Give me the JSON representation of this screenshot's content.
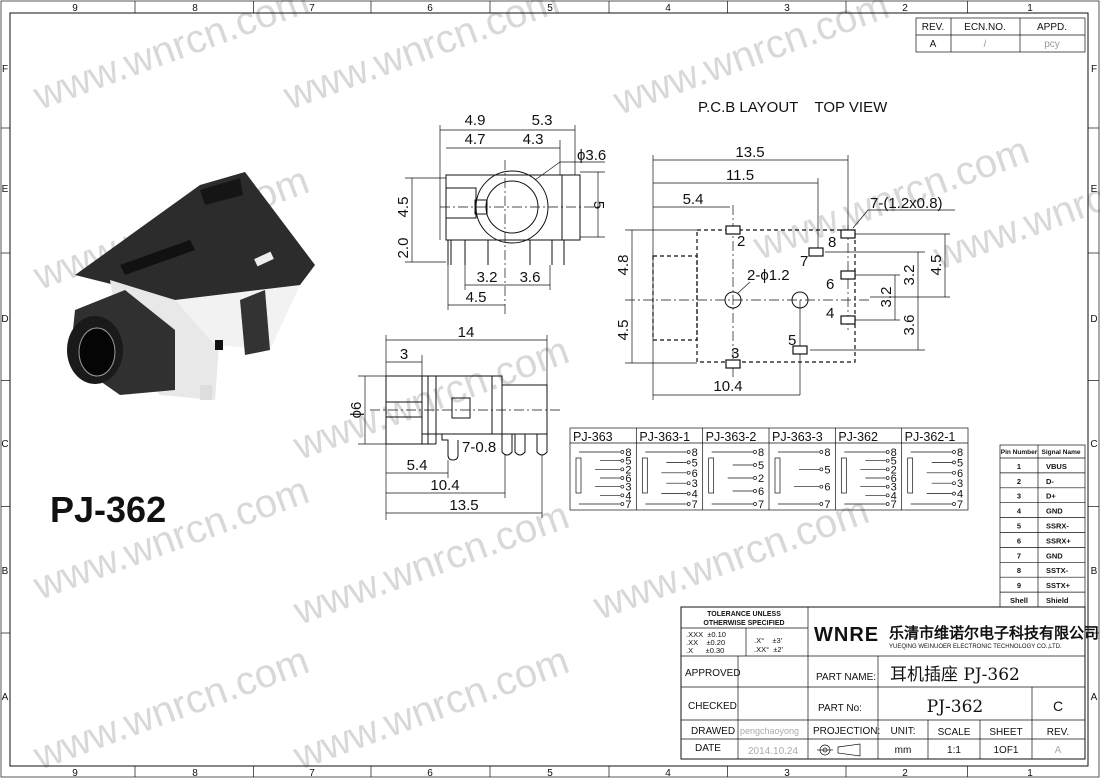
{
  "frame": {
    "columns": [
      "9",
      "8",
      "7",
      "6",
      "5",
      "4",
      "3",
      "2",
      "1"
    ],
    "rows": [
      "F",
      "E",
      "D",
      "C",
      "B",
      "A"
    ]
  },
  "watermark": "www.wnrcn.com",
  "part_label": "PJ-362",
  "revision_block": {
    "headers": [
      "REV.",
      "ECN.NO.",
      "APPD."
    ],
    "row": [
      "A",
      "/",
      "pcy"
    ]
  },
  "front_view": {
    "dims": [
      "4.9",
      "5.3",
      "4.7",
      "4.3",
      "ϕ3.6",
      "4.5",
      "2.0",
      "5",
      "3.2",
      "3.6",
      "4.5"
    ]
  },
  "pcb_layout": {
    "title": "P.C.B LAYOUT    TOP VIEW",
    "dims": [
      "13.5",
      "11.5",
      "5.4",
      "7-(1.2x0.8)",
      "2-ϕ1.2",
      "4.8",
      "4.5",
      "4.5",
      "3.2",
      "3.2",
      "3.6",
      "10.4"
    ],
    "pads": [
      "2",
      "8",
      "7",
      "6",
      "4",
      "5",
      "3"
    ]
  },
  "side_view": {
    "dims": [
      "14",
      "3",
      "ϕ6",
      "7-0.8",
      "5.4",
      "10.4",
      "13.5"
    ]
  },
  "schematics": [
    {
      "name": "PJ-363",
      "pins": [
        "8",
        "5",
        "2",
        "6",
        "3",
        "4",
        "7"
      ]
    },
    {
      "name": "PJ-363-1",
      "pins": [
        "8",
        "5",
        "6",
        "3",
        "4",
        "7"
      ]
    },
    {
      "name": "PJ-363-2",
      "pins": [
        "8",
        "5",
        "2",
        "6",
        "7"
      ]
    },
    {
      "name": "PJ-363-3",
      "pins": [
        "8",
        "5",
        "6",
        "7"
      ]
    },
    {
      "name": "PJ-362",
      "pins": [
        "8",
        "5",
        "2",
        "6",
        "3",
        "4",
        "7"
      ]
    },
    {
      "name": "PJ-362-1",
      "pins": [
        "8",
        "5",
        "6",
        "3",
        "4",
        "7"
      ]
    }
  ],
  "pin_table": {
    "headers": [
      "Pin Number",
      "Signal Name"
    ],
    "rows": [
      [
        "1",
        "VBUS"
      ],
      [
        "2",
        "D-"
      ],
      [
        "3",
        "D+"
      ],
      [
        "4",
        "GND"
      ],
      [
        "5",
        "SSRX-"
      ],
      [
        "6",
        "SSRX+"
      ],
      [
        "7",
        "GND"
      ],
      [
        "8",
        "SSTX-"
      ],
      [
        "9",
        "SSTX+"
      ],
      [
        "Shell",
        "Shield"
      ]
    ]
  },
  "title_block": {
    "tolerance_title": [
      "TOLERANCE UNLESS",
      "OTHERWISE SPECIFIED"
    ],
    "tolerances": [
      ".XXX  ±0.10",
      ".XX    ±0.20",
      ".X      ±0.30"
    ],
    "angle_tolerances": [
      ".X°    ±3'",
      ".XX°  ±2'"
    ],
    "logo": "WNRE",
    "company_cn": "乐清市维诺尔电子科技有限公司",
    "company_en": "YUEQING WEINUOER ELECTRONIC TECHNOLOGY CO.,LTD.",
    "approved_label": "APPROVED",
    "checked_label": "CHECKED",
    "drawed_label": "DRAWED",
    "drawed_value": "pengchaoyong",
    "date_label": "DATE",
    "date_value": "2014.10.24",
    "part_name_label": "PART  NAME:",
    "part_name_value": "耳机插座 PJ-362",
    "part_no_label": "PART  No:",
    "part_no_value": "PJ-362",
    "part_rev": "C",
    "projection_label": "PROJECTION:",
    "unit_label": "UNIT:",
    "unit_value": "mm",
    "scale_label": "SCALE",
    "scale_value": "1:1",
    "sheet_label": "SHEET",
    "sheet_value": "1OF1",
    "rev_label": "REV.",
    "rev_value": "A"
  }
}
